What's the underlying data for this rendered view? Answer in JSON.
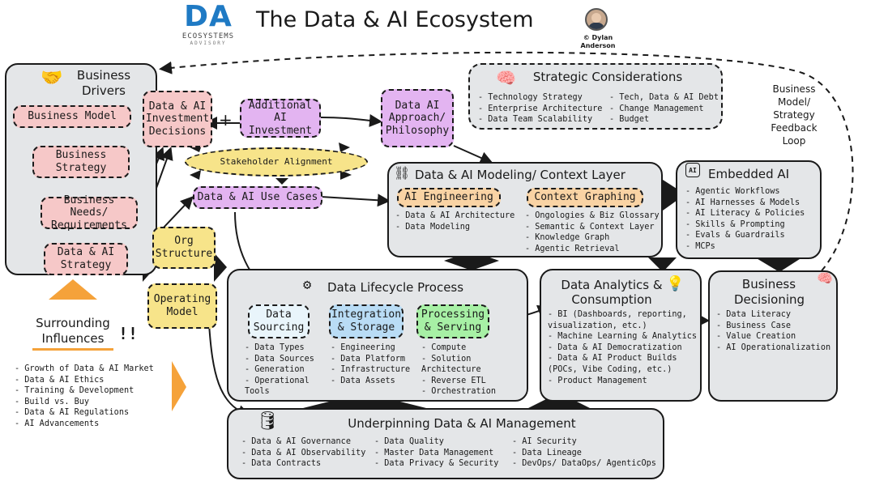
{
  "header": {
    "logo_text": "DA",
    "logo_sub1": "ECOSYSTEMS",
    "logo_sub2": "ADVISORY",
    "title": "The Data & AI Ecosystem",
    "author": "© Dylan Anderson"
  },
  "business_drivers": {
    "title": "Business Drivers",
    "items": [
      "Business Model",
      "Business Strategy",
      "Business Needs/ Requirements",
      "Data & AI Strategy"
    ]
  },
  "surrounding": {
    "title": "Surrounding Influences",
    "items": [
      "Growth of Data & AI Market",
      "Data & AI Ethics",
      "Training & Development",
      "Build vs. Buy",
      "Data & AI Regulations",
      "AI Advancements"
    ]
  },
  "investment": {
    "decisions": "Data & AI Investment Decisions",
    "plus": "+",
    "additional": "Additional AI Investment",
    "approach": "Data AI Approach/ Philosophy",
    "stakeholder": "Stakeholder Alignment",
    "use_cases": "Data & AI Use Cases"
  },
  "org": {
    "structure": "Org Structure",
    "operating": "Operating Model"
  },
  "strategic": {
    "title": "Strategic Considerations",
    "col1": [
      "Technology Strategy",
      "Enterprise Architecture",
      "Data Team Scalability"
    ],
    "col2": [
      "Tech, Data & AI Debt",
      "Change Management",
      "Budget"
    ]
  },
  "feedback": {
    "label": "Business Model/ Strategy Feedback Loop"
  },
  "modeling": {
    "title": "Data & AI Modeling/ Context Layer",
    "ai_engineering": "AI Engineering",
    "context_graphing": "Context Graphing",
    "left_items": [
      "Data & AI Architecture",
      "Data Modeling"
    ],
    "right_items": [
      "Ongologies & Biz Glossary",
      "Semantic & Context Layer",
      "Knowledge Graph",
      "Agentic Retrieval"
    ]
  },
  "embedded": {
    "title": "Embedded AI",
    "items": [
      "Agentic Workflows",
      "AI Harnesses & Models",
      "AI Literacy & Policies",
      "Skills & Prompting",
      "Evals & Guardrails",
      "MCPs"
    ]
  },
  "lifecycle": {
    "title": "Data Lifecycle Process",
    "sourcing": "Data Sourcing",
    "integration": "Integration & Storage",
    "processing": "Processing & Serving",
    "col1": [
      "Data Types",
      "Data Sources",
      "Generation",
      "Operational Tools"
    ],
    "col2": [
      "Engineering",
      "Data Platform",
      "Infrastructure",
      "Data Assets"
    ],
    "col3": [
      "Compute",
      "Solution Architecture",
      "Reverse ETL",
      "Orchestration"
    ]
  },
  "analytics": {
    "title": "Data Analytics & Consumption",
    "items": [
      "BI (Dashboards, reporting, visualization, etc.)",
      "Machine Learning & Analytics",
      "Data & AI Democratization",
      "Data & AI Product Builds (POCs, Vibe Coding, etc.)",
      "Product Management"
    ]
  },
  "decisioning": {
    "title": "Business Decisioning",
    "items": [
      "Data Literacy",
      "Business Case",
      "Value Creation",
      "AI Operationalization"
    ]
  },
  "management": {
    "title": "Underpinning Data & AI Management",
    "col1": [
      "Data & AI Governance",
      "Data & AI Observability",
      "Data Contracts"
    ],
    "col2": [
      "Data Quality",
      "Master Data Management",
      "Data Privacy & Security"
    ],
    "col3": [
      "AI Security",
      "Data Lineage",
      "DevOps/ DataOps/ AgenticOps"
    ]
  },
  "colors": {
    "panel": "#e4e6e8",
    "pink": "#f6c8c8",
    "violet": "#e3b4f1",
    "yellow": "#f7e48a",
    "orange": "#f9d3a4",
    "blue": "#b9dcf5",
    "green": "#a7f0a5",
    "logo_blue": "#1f7ac4",
    "accent_orange": "#f5a23a"
  }
}
